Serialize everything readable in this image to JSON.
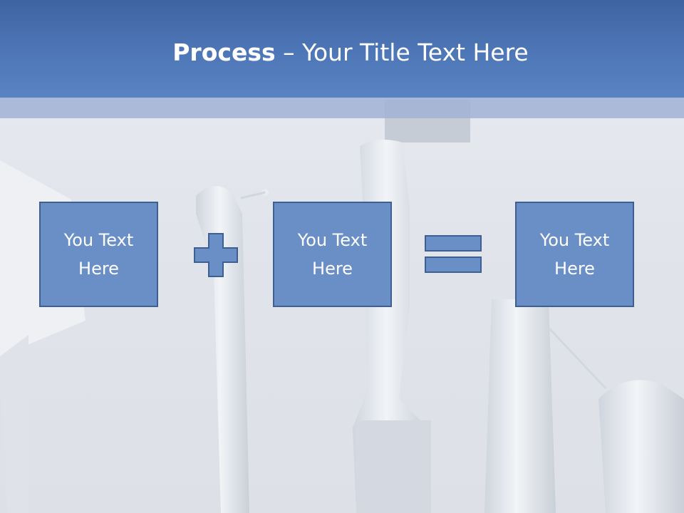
{
  "slide": {
    "title_bold": "Process",
    "title_rest": " – Your Title Text Here"
  },
  "boxes": [
    {
      "label": "You Text Here"
    },
    {
      "label": "You Text Here"
    },
    {
      "label": "You Text Here"
    }
  ],
  "operators": {
    "first": "plus-icon",
    "second": "equals-icon"
  },
  "colors": {
    "title_band": "#4e77b8",
    "box_fill": "#6a8ec6",
    "box_border": "#3e5f92",
    "title_text": "#ffffff"
  }
}
